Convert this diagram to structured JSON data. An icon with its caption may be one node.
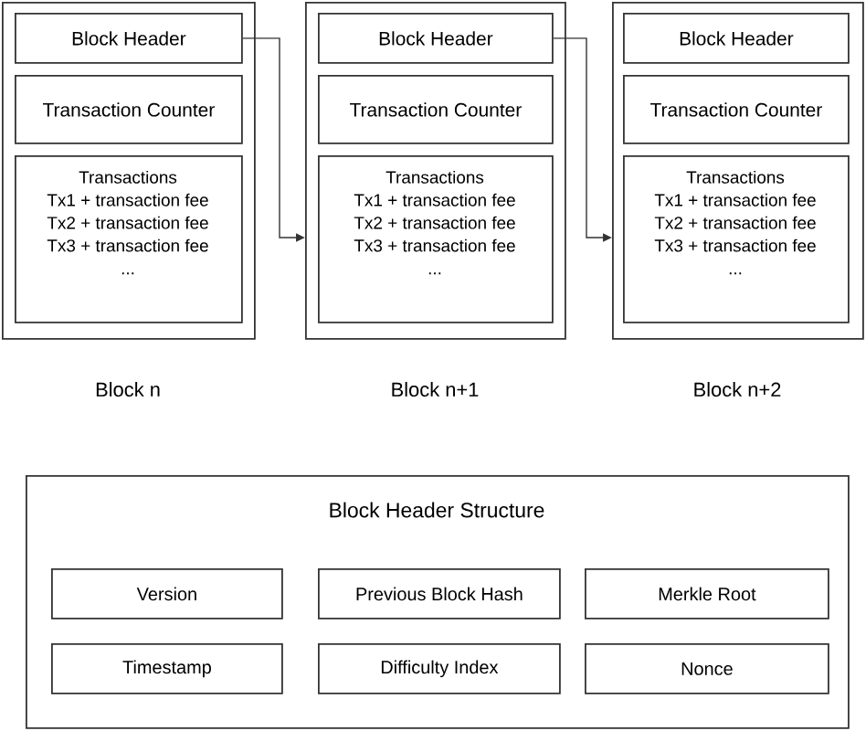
{
  "diagram": {
    "nodes": [
      {
        "text": [],
        "shape": "box",
        "beside": [
          "Block n"
        ]
      },
      {
        "text": [
          "Block Header"
        ],
        "in": 0
      },
      {
        "text": [
          "Transaction Counter"
        ],
        "in": 0
      },
      {
        "text": [
          "Transactions",
          "Tx1 + transaction fee",
          "Tx2 + transaction fee",
          "Tx3 + transaction fee",
          "..."
        ],
        "in": 0
      },
      {
        "text": [],
        "shape": "box",
        "beside": [
          "Block n+1"
        ]
      },
      {
        "text": [
          "Block Header"
        ],
        "in": 4
      },
      {
        "text": [
          "Transaction Counter"
        ],
        "in": 4
      },
      {
        "text": [
          "Transactions",
          "Tx1 + transaction fee",
          "Tx2 + transaction fee",
          "Tx3 + transaction fee",
          "..."
        ],
        "in": 4
      },
      {
        "text": [],
        "shape": "box",
        "beside": [
          "Block n+2"
        ]
      },
      {
        "text": [
          "Block Header"
        ],
        "in": 8
      },
      {
        "text": [
          "Transaction Counter"
        ],
        "in": 8
      },
      {
        "text": [
          "Transactions",
          "Tx1 + transaction fee",
          "Tx2 + transaction fee",
          "Tx3 + transaction fee",
          "..."
        ],
        "in": 8
      },
      {
        "text": [
          "Block Header Structure"
        ]
      },
      {
        "text": [
          "Version"
        ],
        "in": 12
      },
      {
        "text": [
          "Previous Block Hash"
        ],
        "in": 12
      },
      {
        "text": [
          "Merkle Root"
        ],
        "in": 12
      },
      {
        "text": [
          "Timestamp"
        ],
        "in": 12
      },
      {
        "text": [
          "Difficulty Index"
        ],
        "in": 12
      },
      {
        "text": [
          "Nonce"
        ],
        "in": 12
      }
    ],
    "edges": [
      {
        "from": 1,
        "to": 4,
        "arrow": "to"
      },
      {
        "from": 5,
        "to": 8,
        "arrow": "to"
      }
    ]
  }
}
